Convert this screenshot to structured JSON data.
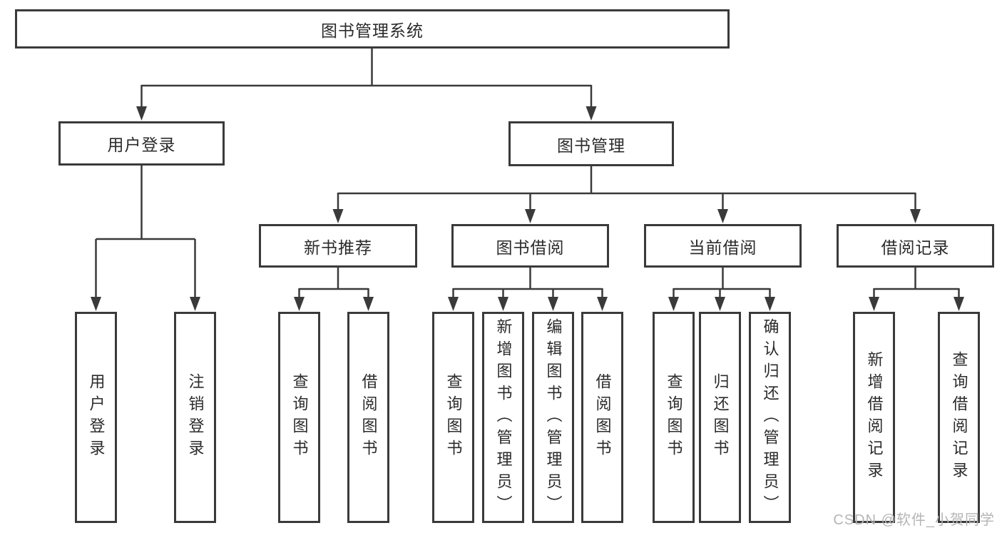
{
  "diagram": {
    "type": "hierarchy-tree",
    "root": {
      "label": "图书管理系统"
    },
    "level2": [
      {
        "label": "用户登录"
      },
      {
        "label": "图书管理"
      }
    ],
    "level3": [
      {
        "label": "新书推荐",
        "parent": "图书管理"
      },
      {
        "label": "图书借阅",
        "parent": "图书管理"
      },
      {
        "label": "当前借阅",
        "parent": "图书管理"
      },
      {
        "label": "借阅记录",
        "parent": "图书管理"
      }
    ],
    "leaves": [
      {
        "label": "用户登录",
        "parent": "用户登录"
      },
      {
        "label": "注销登录",
        "parent": "用户登录"
      },
      {
        "label": "查询图书",
        "parent": "新书推荐"
      },
      {
        "label": "借阅图书",
        "parent": "新书推荐"
      },
      {
        "label": "查询图书",
        "parent": "图书借阅"
      },
      {
        "label": "新增图书（管理员）",
        "parent": "图书借阅"
      },
      {
        "label": "编辑图书（管理员）",
        "parent": "图书借阅"
      },
      {
        "label": "借阅图书",
        "parent": "图书借阅"
      },
      {
        "label": "查询图书",
        "parent": "当前借阅"
      },
      {
        "label": "归还图书",
        "parent": "当前借阅"
      },
      {
        "label": "确认归还（管理员）",
        "parent": "当前借阅"
      },
      {
        "label": "新增借阅记录",
        "parent": "借阅记录"
      },
      {
        "label": "查询借阅记录",
        "parent": "借阅记录"
      }
    ],
    "colors": {
      "line": "#3a3a3a",
      "box_border": "#3a3a3a",
      "box_background": "#ffffff",
      "text": "#2b2b2b"
    }
  },
  "watermark": {
    "text": "CSDN @软件_小贺同学",
    "color": "#b5b5b5"
  }
}
